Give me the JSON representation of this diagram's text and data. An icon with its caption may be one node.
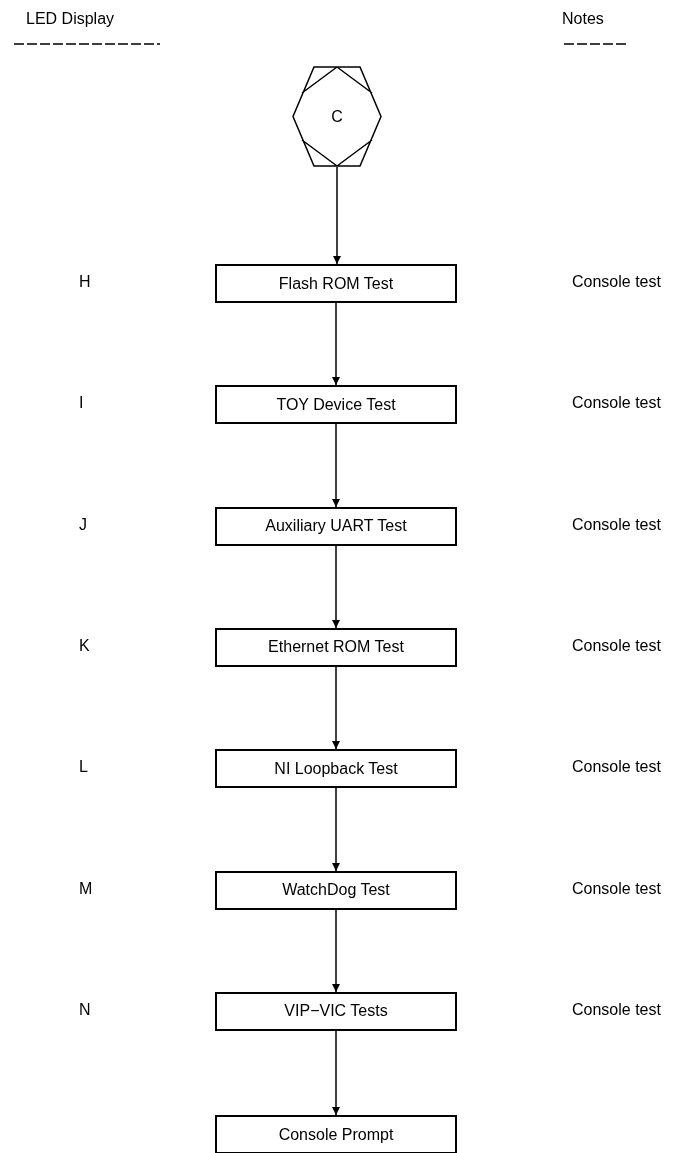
{
  "diagram": {
    "nodes": [
      {
        "text": [
          "C"
        ]
      },
      {
        "text": [
          "Flash ROM Test"
        ]
      },
      {
        "text": [
          "TOY Device Test"
        ]
      },
      {
        "text": [
          "Auxiliary UART Test"
        ]
      },
      {
        "text": [
          "Ethernet ROM Test"
        ]
      },
      {
        "text": [
          "NI Loopback Test"
        ]
      },
      {
        "text": [
          "WatchDog Test"
        ]
      },
      {
        "text": [
          "VIP−VIC Tests"
        ]
      },
      {
        "text": [
          "Console Prompt"
        ]
      }
    ],
    "edges": [
      {
        "from": 0,
        "to": 1,
        "arrow": "to"
      },
      {
        "from": 1,
        "to": 2,
        "arrow": "to"
      },
      {
        "from": 2,
        "to": 3,
        "arrow": "to"
      },
      {
        "from": 3,
        "to": 4,
        "arrow": "to"
      },
      {
        "from": 4,
        "to": 5,
        "arrow": "to"
      },
      {
        "from": 5,
        "to": 6,
        "arrow": "to"
      },
      {
        "from": 6,
        "to": 7,
        "arrow": "to"
      },
      {
        "from": 7,
        "to": 8,
        "arrow": "to"
      }
    ],
    "labels": [
      "LED Display",
      "Notes",
      "H",
      "Console test",
      "I",
      "Console test",
      "J",
      "Console test",
      "K",
      "Console test",
      "L",
      "Console test",
      "M",
      "Console test",
      "N",
      "Console test"
    ]
  }
}
